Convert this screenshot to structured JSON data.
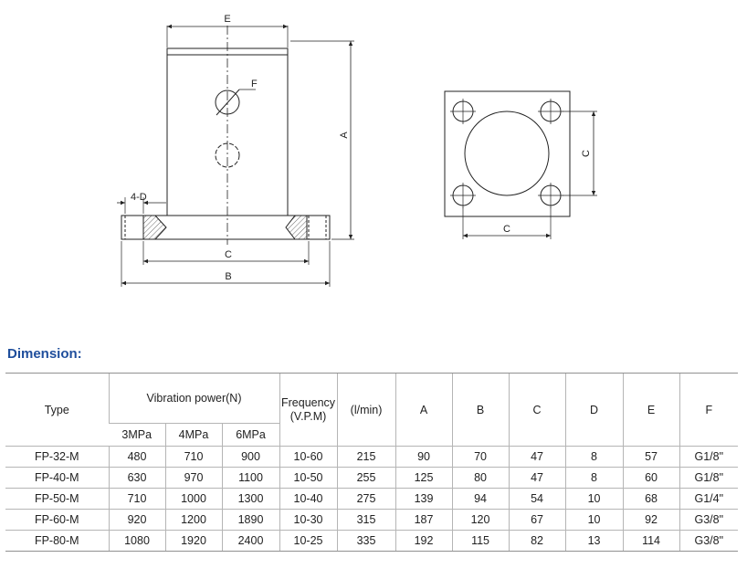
{
  "drawing": {
    "front_view": {
      "labels": {
        "width_top": "E",
        "height": "A",
        "port": "F",
        "holes": "4-D",
        "hole_spacing": "C",
        "base_width": "B"
      }
    },
    "top_view": {
      "labels": {
        "vertical_spacing": "C",
        "horizontal_spacing": "C"
      }
    }
  },
  "section_title": "Dimension:",
  "table": {
    "headers": {
      "type": "Type",
      "vibration_power": "Vibration power(N)",
      "pressures": [
        "3MPa",
        "4MPa",
        "6MPa"
      ],
      "frequency": [
        "Frequency",
        "(V.P.M)"
      ],
      "consumption": "(l/min)",
      "dims": [
        "A",
        "B",
        "C",
        "D",
        "E",
        "F"
      ]
    },
    "rows": [
      [
        "FP-32-M",
        "480",
        "710",
        "900",
        "10-60",
        "215",
        "90",
        "70",
        "47",
        "8",
        "57",
        "G1/8\""
      ],
      [
        "FP-40-M",
        "630",
        "970",
        "1100",
        "10-50",
        "255",
        "125",
        "80",
        "47",
        "8",
        "60",
        "G1/8\""
      ],
      [
        "FP-50-M",
        "710",
        "1000",
        "1300",
        "10-40",
        "275",
        "139",
        "94",
        "54",
        "10",
        "68",
        "G1/4\""
      ],
      [
        "FP-60-M",
        "920",
        "1200",
        "1890",
        "10-30",
        "315",
        "187",
        "120",
        "67",
        "10",
        "92",
        "G3/8\""
      ],
      [
        "FP-80-M",
        "1080",
        "1920",
        "2400",
        "10-25",
        "335",
        "192",
        "115",
        "82",
        "13",
        "114",
        "G3/8\""
      ]
    ]
  }
}
